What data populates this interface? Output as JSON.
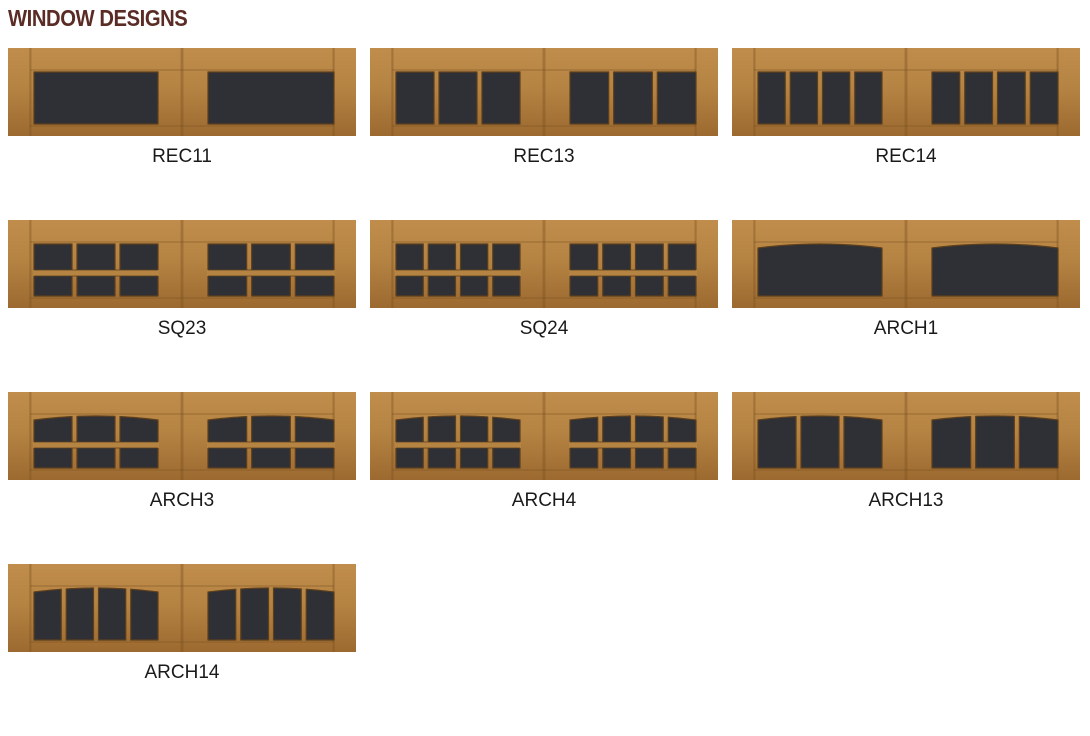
{
  "page": {
    "title": "WINDOW DESIGNS"
  },
  "colors": {
    "title": "#5a2c25",
    "wood": "#b58342",
    "wood_dark": "#7a5121",
    "glass": "#2e3035",
    "label": "#1a1a1a"
  },
  "designs": [
    {
      "label": "REC11",
      "top": "flat",
      "cols": 1,
      "rows": 1
    },
    {
      "label": "REC13",
      "top": "flat",
      "cols": 3,
      "rows": 1
    },
    {
      "label": "REC14",
      "top": "flat",
      "cols": 4,
      "rows": 1
    },
    {
      "label": "SQ23",
      "top": "flat",
      "cols": 3,
      "rows": 2
    },
    {
      "label": "SQ24",
      "top": "flat",
      "cols": 4,
      "rows": 2
    },
    {
      "label": "ARCH1",
      "top": "arch",
      "cols": 1,
      "rows": 1
    },
    {
      "label": "ARCH3",
      "top": "arch",
      "cols": 3,
      "rows": 2
    },
    {
      "label": "ARCH4",
      "top": "arch",
      "cols": 4,
      "rows": 2
    },
    {
      "label": "ARCH13",
      "top": "arch",
      "cols": 3,
      "rows": 1
    },
    {
      "label": "ARCH14",
      "top": "arch",
      "cols": 4,
      "rows": 1
    }
  ]
}
